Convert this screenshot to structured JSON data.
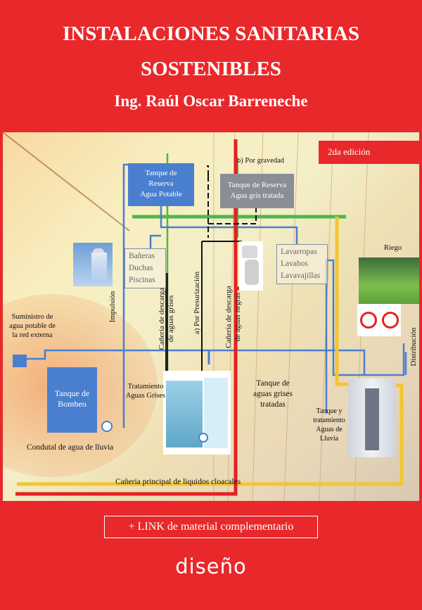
{
  "cover": {
    "title_line1": "INSTALACIONES SANITARIAS",
    "title_line2": "SOSTENIBLES",
    "author": "Ing. Raúl Oscar Barreneche",
    "edition_badge": "2da edición",
    "link_note": "+ LINK de material complementario",
    "publisher": "diseño"
  },
  "diagram": {
    "tank_potable": [
      "Tanque de",
      "Reserva",
      "Agua Potable"
    ],
    "tank_gray": [
      "Tanque de Reserva",
      "Agua gris tratada"
    ],
    "gravity": "b) Por gravedad",
    "fixtures_left": [
      "Bañeras",
      "Duchas",
      "Piscinas"
    ],
    "fixtures_right": [
      "Lavarropas",
      "Lavabos",
      "Lavavajillas"
    ],
    "irrigation": "Riego",
    "supply": [
      "Suministro de",
      "agua potable de",
      "la red externa"
    ],
    "impulsion": "Impulsión",
    "gray_discharge": [
      "Cañería de descarga",
      "de aguas grises"
    ],
    "pressurization": "a) Por Presurización",
    "black_discharge": [
      "Cañería de descarga",
      "de aguas negras"
    ],
    "distribution": "Distribución",
    "pump_tank": [
      "Tanque de",
      "Bombeo"
    ],
    "gray_treatment": [
      "Tratamiento",
      "Aguas Grises"
    ],
    "treated_tank": [
      "Tanque de",
      "aguas grises",
      "tratadas"
    ],
    "rain_tank": [
      "Tanque y",
      "tratamiento",
      "Aguas de",
      "Lluvia"
    ],
    "rain_conduit": "Condutal de agua de lluvia",
    "main_sewer": "Cañeria principal de liquidos cloacales"
  },
  "colors": {
    "cover_red": "#e8282b",
    "potable_blue": "#4a7fd0",
    "gray_tank": "#8a8f96",
    "green_pipe": "#4cb84a",
    "yellow_pipe": "#f2c630",
    "sewer_red": "#e62020"
  }
}
